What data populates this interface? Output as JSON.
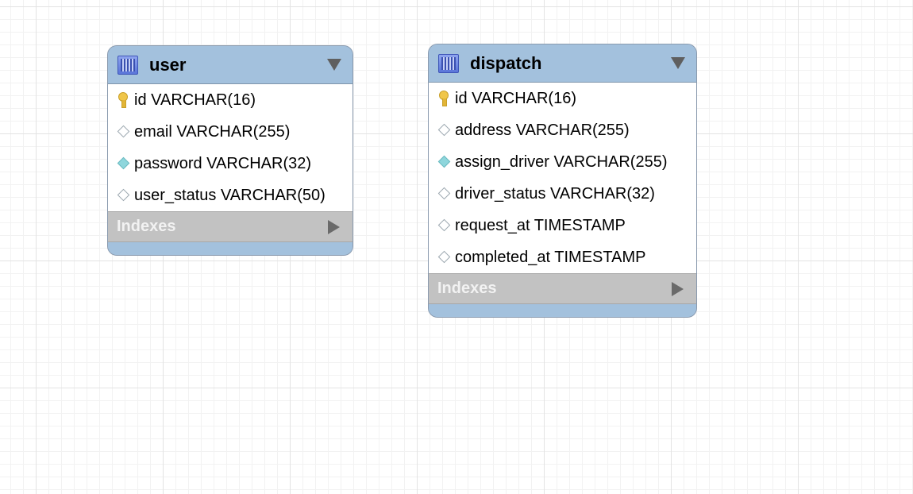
{
  "tables": [
    {
      "name": "user",
      "columns": [
        {
          "text": "id VARCHAR(16)",
          "kind": "primary-key"
        },
        {
          "text": "email VARCHAR(255)",
          "kind": "nullable"
        },
        {
          "text": "password VARCHAR(32)",
          "kind": "not-null"
        },
        {
          "text": "user_status VARCHAR(50)",
          "kind": "nullable"
        }
      ],
      "indexes_label": "Indexes"
    },
    {
      "name": "dispatch",
      "columns": [
        {
          "text": "id VARCHAR(16)",
          "kind": "primary-key"
        },
        {
          "text": "address VARCHAR(255)",
          "kind": "nullable"
        },
        {
          "text": "assign_driver VARCHAR(255)",
          "kind": "not-null"
        },
        {
          "text": "driver_status VARCHAR(32)",
          "kind": "nullable"
        },
        {
          "text": "request_at TIMESTAMP",
          "kind": "nullable"
        },
        {
          "text": "completed_at TIMESTAMP",
          "kind": "nullable"
        }
      ],
      "indexes_label": "Indexes"
    }
  ],
  "colors": {
    "header": "#a3c1dd",
    "indexes_bar": "#c2c2c2",
    "grid_major": "#e3e3e3",
    "grid_minor": "#f2f2f2"
  },
  "icons": {
    "table": "table-icon",
    "primary-key": "key-icon",
    "nullable": "hollow-diamond-icon",
    "not-null": "filled-diamond-icon",
    "collapse": "triangle-down-icon",
    "expand": "triangle-right-icon"
  }
}
